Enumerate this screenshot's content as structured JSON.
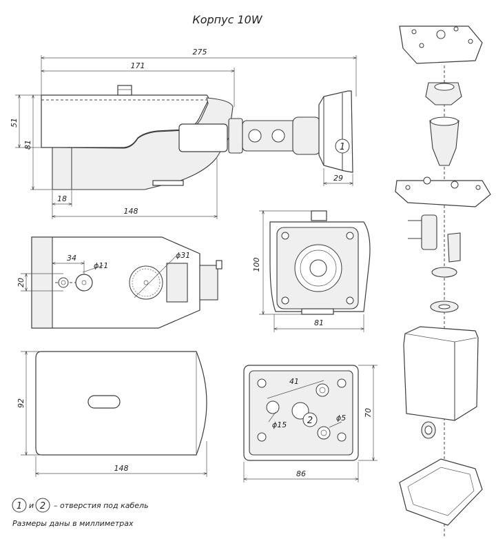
{
  "title": "Корпус 10W",
  "dimensions": {
    "d275": "275",
    "d171": "171",
    "d51": "51",
    "d81": "81",
    "d18": "18",
    "d148_side": "148",
    "d29": "29",
    "d34": "34",
    "d11": "ϕ11",
    "d20": "20",
    "d31": "ϕ31",
    "d100": "100",
    "d81_front": "81",
    "d92": "92",
    "d148_top": "148",
    "d41": "41",
    "d15": "ϕ15",
    "d5": "ϕ5",
    "d70": "70",
    "d86": "86"
  },
  "markers": {
    "m1": "1",
    "m2": "2"
  },
  "legend": {
    "m1": "1",
    "conj": "и",
    "m2": "2",
    "note": "– отверстия под кабель",
    "units": "Размеры даны в миллиметрах"
  }
}
